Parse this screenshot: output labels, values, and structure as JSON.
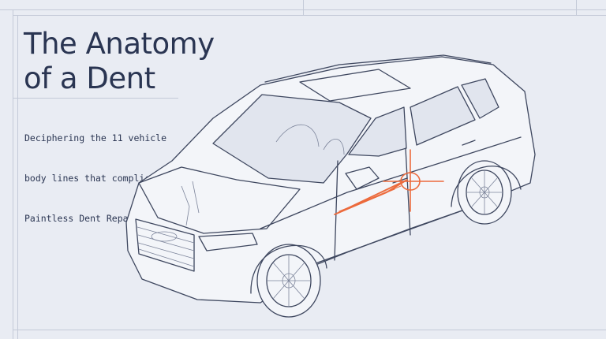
{
  "title": {
    "line1": "The Anatomy",
    "line2": "of a Dent"
  },
  "subtitle": {
    "line1": "Deciphering the 11 vehicle",
    "line2": "body lines that complicate",
    "line3": "Paintless Dent Repair (PDR)."
  },
  "colors": {
    "background": "#e9ecf3",
    "ink": "#2a3552",
    "accent": "#ec6a3c"
  }
}
